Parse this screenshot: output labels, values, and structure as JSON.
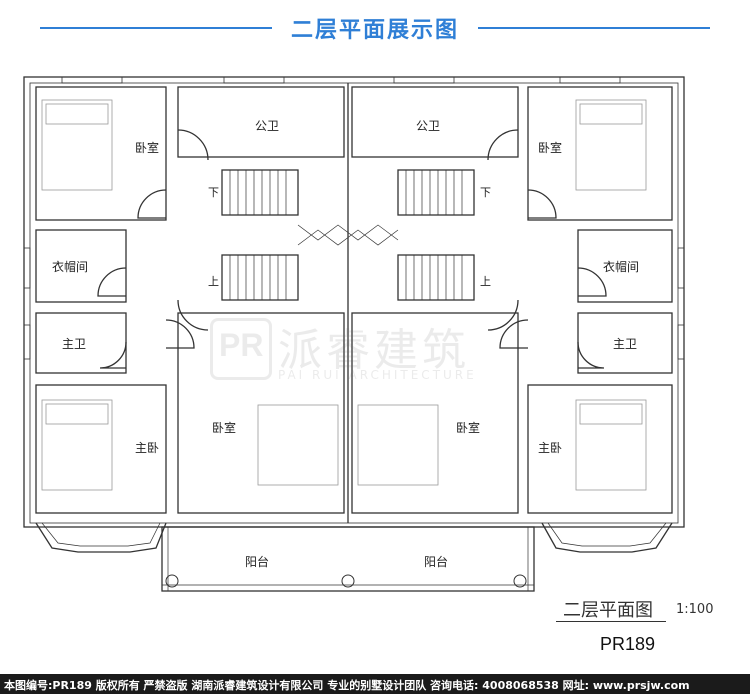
{
  "header": {
    "title": "二层平面展示图"
  },
  "rooms": {
    "bedroom": "卧室",
    "wardrobe": "衣帽间",
    "master_bath": "主卫",
    "master_bedroom": "主卧",
    "public_bath": "公卫",
    "balcony": "阳台",
    "stair_down": "下",
    "stair_up": "上"
  },
  "watermark": {
    "logo": "PR",
    "cn": "派睿建筑",
    "en": "PAI RUI ARCHITECTURE"
  },
  "caption": {
    "title": "二层平面图",
    "scale": "1:100",
    "code": "PR189"
  },
  "footer": {
    "text": "本图编号:PR189 版权所有 严禁盗版 湖南派睿建筑设计有限公司 专业的别墅设计团队 咨询电话: 4008068538 网址: www.prsjw.com"
  },
  "colors": {
    "accent": "#2f7fd6",
    "wall": "#333333",
    "footer_bg": "#1b1b1b"
  }
}
